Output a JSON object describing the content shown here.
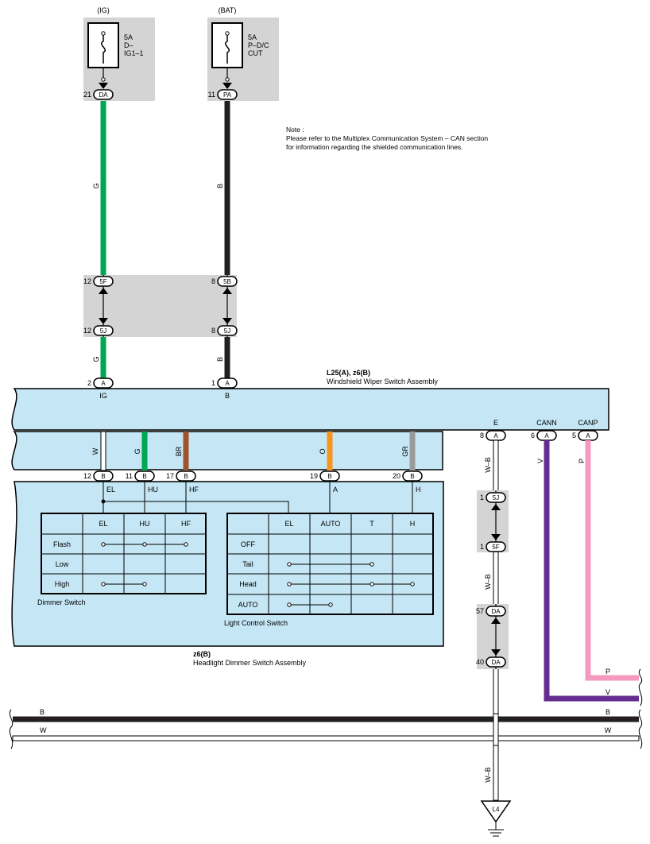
{
  "fuses": {
    "ig": {
      "source": "(IG)",
      "line1": "5A",
      "line2": "D–",
      "line3": "IG1–1",
      "pin": "21",
      "conn": "DA"
    },
    "bat": {
      "source": "(BAT)",
      "line1": "5A",
      "line2": "P–D/C",
      "line3": "CUT",
      "pin": "11",
      "conn": "PA"
    }
  },
  "note": {
    "line1": "Note :",
    "line2": "Please refer to the Multiplex Communication System – CAN section",
    "line3": "for information regarding the shielded communication lines."
  },
  "wires": {
    "g": "G",
    "b": "B",
    "w": "W",
    "br": "BR",
    "o": "O",
    "gr": "GR",
    "wb": "W–B",
    "v": "V",
    "p": "P"
  },
  "junction": {
    "left_top_pin": "12",
    "left_top_conn": "5F",
    "right_top_pin": "8",
    "right_top_conn": "5B",
    "left_bot_pin": "12",
    "left_bot_conn": "5J",
    "right_bot_pin": "8",
    "right_bot_conn": "5J"
  },
  "wiper_assembly": {
    "code": "L25(A), z6(B)",
    "name": "Windshield Wiper Switch Assembly",
    "pin_ig_num": "2",
    "pin_ig_conn": "A",
    "pin_ig_label": "IG",
    "pin_b_num": "1",
    "pin_b_conn": "A",
    "pin_b_label": "B",
    "pin_e_num": "8",
    "pin_e_conn": "A",
    "pin_e_label": "E",
    "pin_cann_num": "6",
    "pin_cann_conn": "A",
    "pin_cann_label": "CANN",
    "pin_canp_num": "5",
    "pin_canp_conn": "A",
    "pin_canp_label": "CANP"
  },
  "b_pins": {
    "el": {
      "num": "12",
      "conn": "B",
      "label": "EL"
    },
    "hu": {
      "num": "11",
      "conn": "B",
      "label": "HU"
    },
    "hf": {
      "num": "17",
      "conn": "B",
      "label": "HF"
    },
    "a": {
      "num": "19",
      "conn": "B",
      "label": "A"
    },
    "h": {
      "num": "20",
      "conn": "B",
      "label": "H"
    }
  },
  "dimmer_table": {
    "headers": [
      "EL",
      "HU",
      "HF"
    ],
    "rows": [
      "Flash",
      "Low",
      "High"
    ],
    "title": "Dimmer Switch"
  },
  "light_table": {
    "headers": [
      "EL",
      "AUTO",
      "T",
      "H"
    ],
    "rows": [
      "OFF",
      "Tail",
      "Head",
      "AUTO"
    ],
    "title": "Light Control Switch"
  },
  "headlight_assembly": {
    "code": "z6(B)",
    "name": "Headlight Dimmer Switch Assembly"
  },
  "ground_junction": {
    "j1_top_pin": "1",
    "j1_top_conn": "5J",
    "j1_bot_pin": "1",
    "j1_bot_conn": "5F",
    "j2_top_pin": "57",
    "j2_top_conn": "DA",
    "j2_bot_pin": "40",
    "j2_bot_conn": "DA"
  },
  "ground": {
    "label": "L4"
  },
  "colors": {
    "green": "#00a651",
    "black": "#231f20",
    "brown": "#a0522d",
    "orange": "#f7941d",
    "gray": "#9a9a9a",
    "purple": "#662d91",
    "pink": "#f49ac1",
    "panel": "#c5e6f5",
    "shade": "#d4d4d4"
  }
}
